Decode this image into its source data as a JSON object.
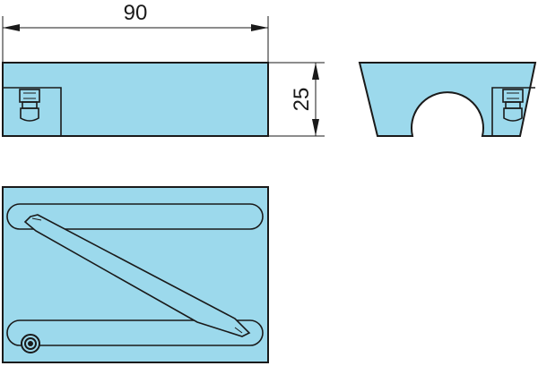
{
  "dimensions": {
    "width_label": "90",
    "height_label": "25"
  },
  "colors": {
    "part_fill": "#9cd9ec",
    "line": "#1a1a1a",
    "background": "#ffffff"
  },
  "views": {
    "front_view": "front",
    "side_view": "side",
    "top_view": "top"
  }
}
